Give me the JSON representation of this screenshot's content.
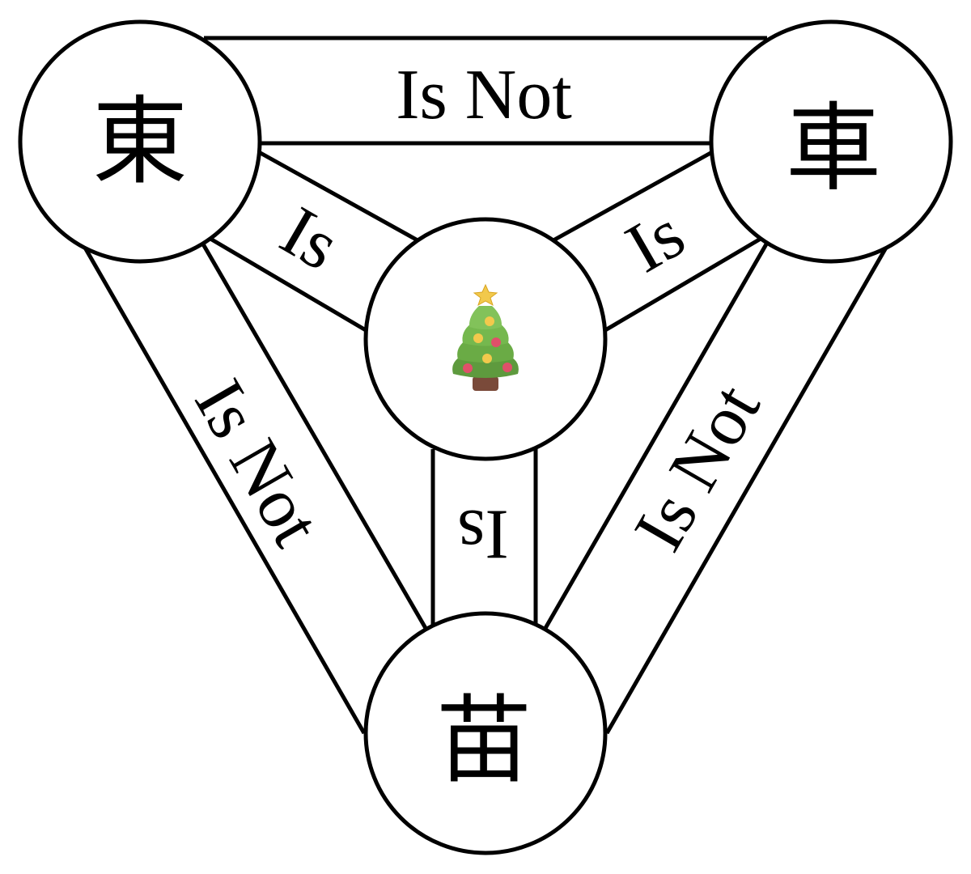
{
  "diagram": {
    "nodes": {
      "top_left": {
        "label": "東"
      },
      "top_right": {
        "label": "車"
      },
      "bottom": {
        "label": "苗"
      },
      "center": {
        "icon": "christmas-tree-icon"
      }
    },
    "edges": {
      "top_left_to_top_right": {
        "label": "Is Not"
      },
      "top_left_to_bottom": {
        "label": "Is Not"
      },
      "top_right_to_bottom": {
        "label": "Is Not"
      },
      "top_left_to_center": {
        "label": "Is"
      },
      "top_right_to_center": {
        "label": "Is"
      },
      "bottom_to_center": {
        "label": "Is"
      }
    },
    "colors": {
      "stroke": "#000000",
      "background": "#ffffff"
    }
  }
}
